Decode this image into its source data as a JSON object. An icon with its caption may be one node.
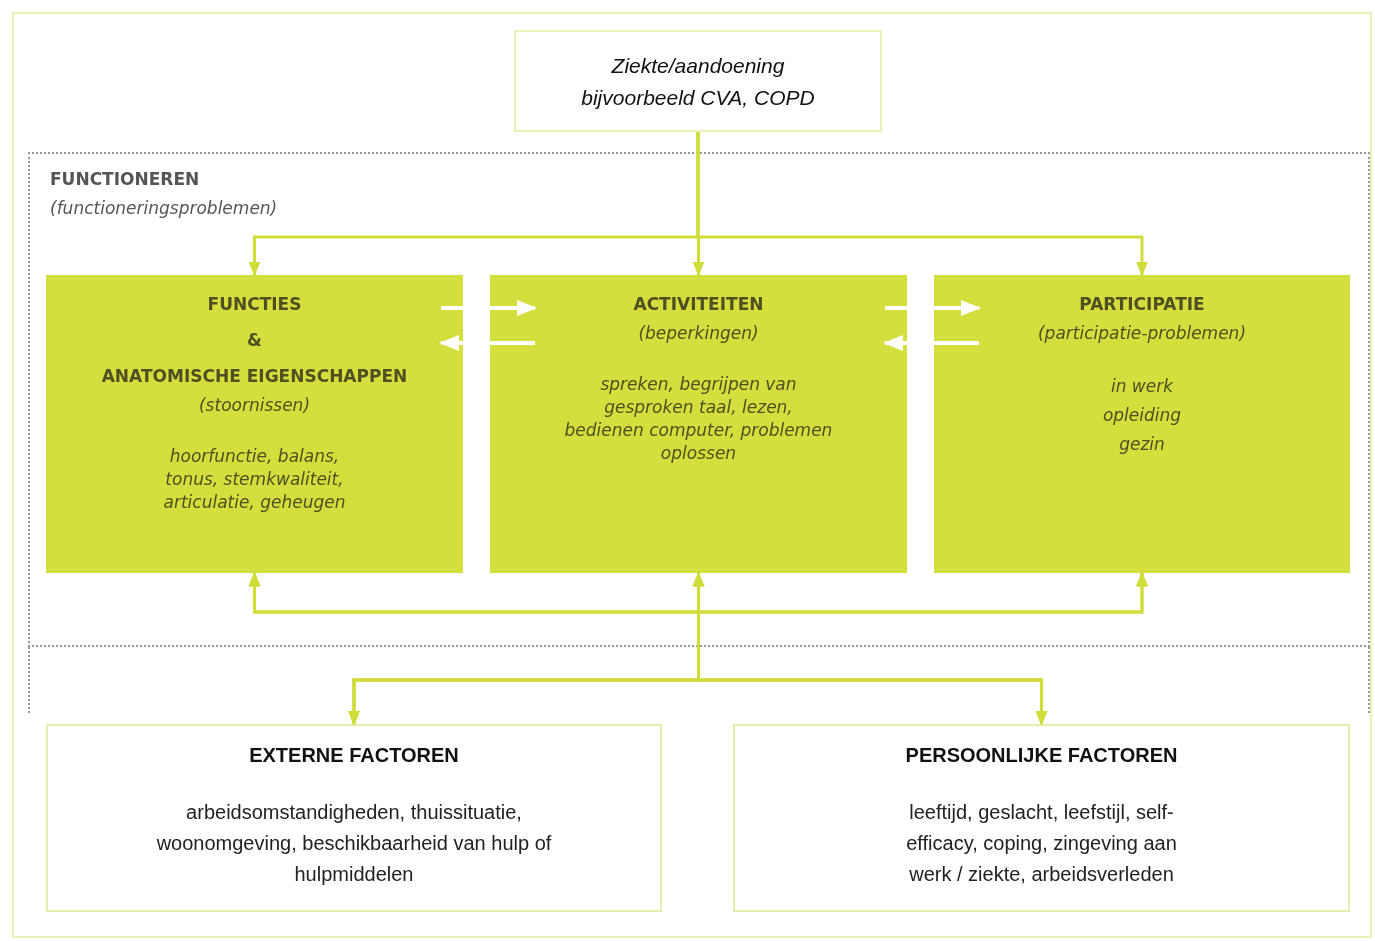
{
  "diagram": {
    "nodes": [
      {
        "text": [
          "Ziekte/aandoening",
          "bijvoorbeeld CVA, COPD"
        ]
      },
      {
        "text": [
          "FUNCTIONEREN",
          "(functioneringsproblemen)"
        ]
      },
      {
        "text": [
          "FUNCTIES",
          "&",
          "ANATOMISCHE EIGENSCHAPPEN",
          "(stoornissen)",
          "hoorfunctie, balans, tonus, stemkwaliteit, articulatie, geheugen"
        ],
        "in": 1
      },
      {
        "text": [
          "ACTIVITEITEN",
          "(beperkingen)",
          "spreken, begrijpen van gesproken taal, lezen, bedienen computer, problemen oplossen"
        ],
        "in": 1
      },
      {
        "text": [
          "PARTICIPATIE",
          "(participatie-problemen)",
          "in werk",
          "opleiding",
          "gezin"
        ],
        "in": 1
      },
      {
        "text": [
          "EXTERNE FACTOREN",
          "arbeidsomstandigheden, thuissituatie, woonomgeving, beschikbaarheid van hulp of hulpmiddelen"
        ]
      },
      {
        "text": [
          "PERSOONLIJKE FACTOREN",
          "leeftijd, geslacht, leefstijl, self-efficacy, coping, zingeving aan werk / ziekte, arbeidsverleden"
        ]
      }
    ],
    "edges": [
      {
        "from": 0,
        "to": 2,
        "arrow": "to"
      },
      {
        "from": 0,
        "to": 3,
        "arrow": "to"
      },
      {
        "from": 0,
        "to": 4,
        "arrow": "to"
      },
      {
        "from": 2,
        "to": 3,
        "arrow": "to",
        "color": "#ffffff"
      },
      {
        "from": 3,
        "to": 2,
        "arrow": "to",
        "color": "#ffffff"
      },
      {
        "from": 3,
        "to": 4,
        "arrow": "to",
        "color": "#ffffff"
      },
      {
        "from": 4,
        "to": 3,
        "arrow": "to",
        "color": "#ffffff"
      },
      {
        "from": 5,
        "to": 2,
        "arrow": "both"
      },
      {
        "from": 5,
        "to": 3,
        "arrow": "both"
      },
      {
        "from": 5,
        "to": 4,
        "arrow": "both"
      },
      {
        "from": 6,
        "to": 2,
        "arrow": "both"
      },
      {
        "from": 6,
        "to": 3,
        "arrow": "both"
      },
      {
        "from": 6,
        "to": 4,
        "arrow": "both"
      }
    ]
  }
}
